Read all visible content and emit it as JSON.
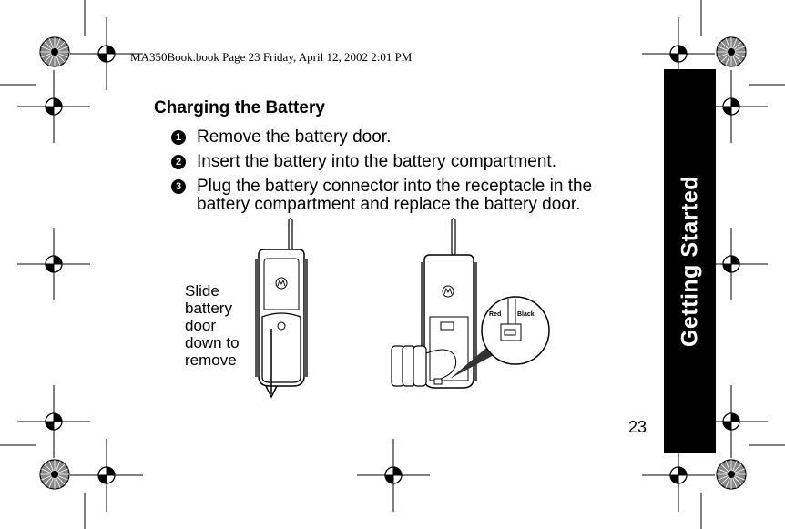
{
  "header_stamp": "MA350Book.book  Page 23  Friday, April 12, 2002  2:01 PM",
  "section_title": "Charging the Battery",
  "steps": [
    {
      "num": "1",
      "lines": [
        "Remove the battery door."
      ]
    },
    {
      "num": "2",
      "lines": [
        "Insert the battery into the battery compartment."
      ]
    },
    {
      "num": "3",
      "lines": [
        "Plug the battery connector into the receptacle in the",
        "battery compartment and replace the battery door."
      ]
    }
  ],
  "figure": {
    "caption_lines": [
      "Slide",
      "battery",
      "door",
      "down to",
      "remove"
    ],
    "wire_labels": {
      "red": "Red",
      "black": "Black"
    }
  },
  "side_tab": "Getting Started",
  "page_number": "23"
}
